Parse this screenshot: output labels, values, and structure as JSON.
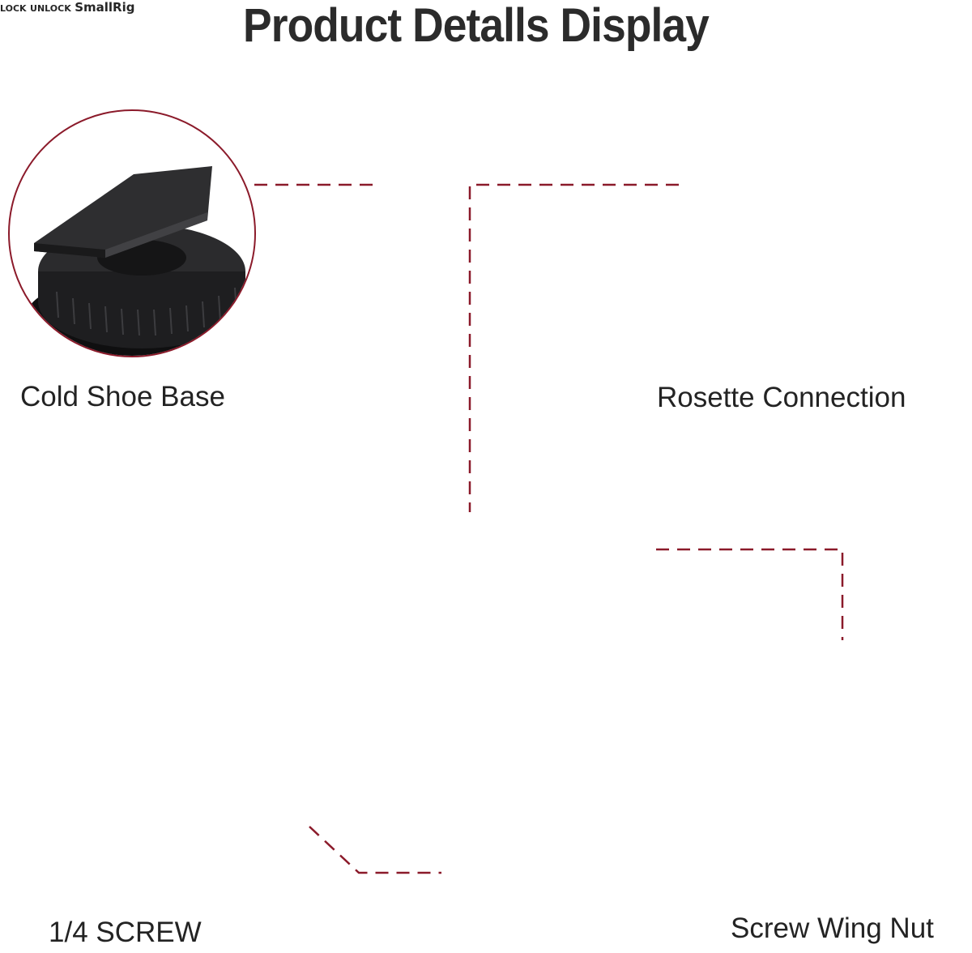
{
  "title": "Product Detalls Display",
  "callouts": [
    {
      "id": "cold-shoe-base",
      "label": "Cold Shoe Base",
      "position": "top-left"
    },
    {
      "id": "rosette-connection",
      "label": "Rosette Connection",
      "position": "top-right"
    },
    {
      "id": "quarter-screw",
      "label": "1/4 SCREW",
      "position": "bottom-left"
    },
    {
      "id": "screw-wing-nut",
      "label": "Screw Wing Nut",
      "position": "bottom-right"
    }
  ],
  "product": {
    "brand_mark": "SmallRig",
    "wing_nut_markings": {
      "lock": "LOCK",
      "unlock": "UNLOCK"
    }
  },
  "colors": {
    "accent_line": "#8b1a2a",
    "marker_dot": "#e0141e",
    "metal_dark": "#2a2a2c",
    "metal_silver": "#b9b9bb",
    "brass": "#b59a3c",
    "text": "#262626"
  }
}
